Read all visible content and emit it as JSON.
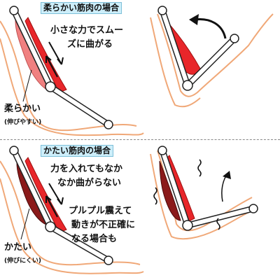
{
  "top": {
    "header": "柔らかい筋肉の場合",
    "caption_line1": "小さな力でスムー",
    "caption_line2": "ズに曲がる",
    "muscle_label": "柔らかい",
    "muscle_sub": "(伸びやすい)"
  },
  "bottom": {
    "header": "かたい筋肉の場合",
    "caption_line1": "力を入れてもなか",
    "caption_line2": "なか曲がらない",
    "caption2_line1": "プルプル震えて",
    "caption2_line2": "動きが不正確に",
    "caption2_line3": "なる場合も",
    "muscle_label": "かたい",
    "muscle_sub": "(伸びにくい)"
  },
  "colors": {
    "skin_outline": "#f0a878",
    "soft_muscle": "#f08080",
    "contracted_muscle": "#e8262a",
    "stiff_muscle": "#8b1a1a",
    "bone": "#ffffff",
    "header_bg": "#cdeefa"
  },
  "icons": [
    "arrow-icon",
    "tremor-icon"
  ]
}
